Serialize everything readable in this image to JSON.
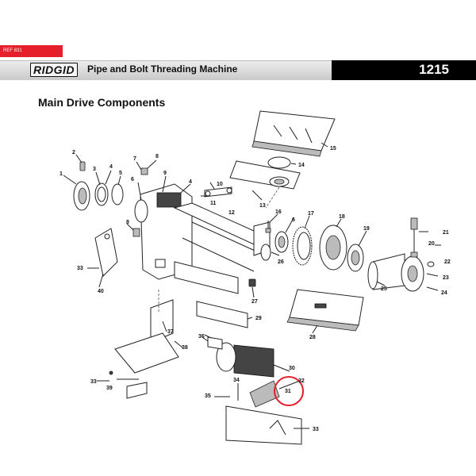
{
  "header": {
    "ref_tag": "REF 831",
    "logo_text": "RIDGID",
    "machine_title": "Pipe and Bolt Threading Machine",
    "model_number": "1215"
  },
  "section_title": "Main Drive Components",
  "colors": {
    "header_gradient_top": "#ededed",
    "header_gradient_bottom": "#c9c9c9",
    "ref_tag_red": "#e5202a",
    "model_box_black": "#000000",
    "highlight_red": "#e5202a"
  },
  "highlighted_callout": "31",
  "callouts": [
    "1",
    "2",
    "3",
    "4",
    "5",
    "6",
    "7",
    "8",
    "9",
    "10",
    "11",
    "12",
    "13",
    "14",
    "15",
    "16",
    "17",
    "18",
    "19",
    "20",
    "21",
    "22",
    "23",
    "24",
    "25",
    "26",
    "27",
    "28",
    "29",
    "30",
    "31",
    "32",
    "33",
    "34",
    "35",
    "36",
    "37",
    "38",
    "39",
    "40"
  ]
}
